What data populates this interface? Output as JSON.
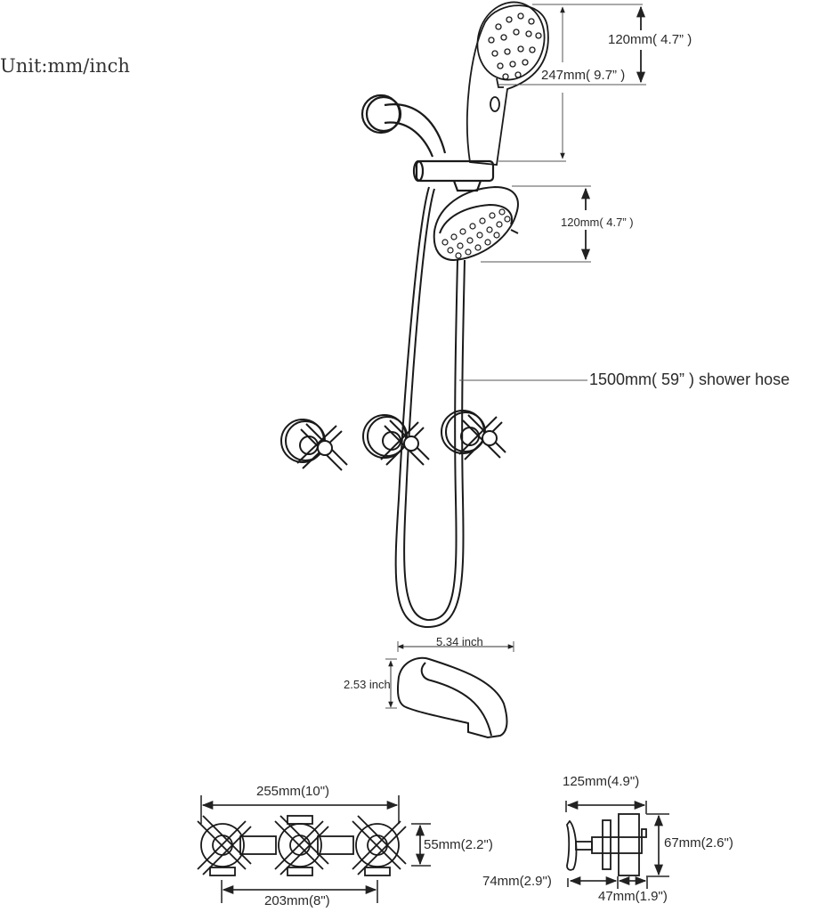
{
  "header": {
    "unit_label": "Unit:mm/inch"
  },
  "dimensions": {
    "hand_shower_head_diameter": "120mm( 4.7” )",
    "hand_shower_length": "247mm( 9.7” )",
    "rain_shower_head_diameter": "120mm( 4.7” )",
    "shower_hose": "1500mm(  59”  ) shower hose",
    "tub_spout_length": "5.34 inch",
    "tub_spout_height": "2.53 inch",
    "valve_overall_width": "255mm(10\")",
    "valve_center_spacing": "203mm(8\")",
    "valve_plate_height": "55mm(2.2\")",
    "handle_side_depth_total": "125mm(4.9\")",
    "handle_side_height": "67mm(2.6\")",
    "handle_projection": "74mm(2.9\")",
    "valve_body_depth": "47mm(1.9\")"
  },
  "components": [
    "wall-flange-shower-arm",
    "hand-shower",
    "diverter-mount-bracket",
    "fixed-shower-head",
    "shower-hose",
    "cross-handle-left",
    "cross-handle-center",
    "cross-handle-right",
    "tub-spout",
    "three-handle-valve-front-view",
    "valve-side-view"
  ],
  "colors": {
    "line": "#1a1a1a",
    "dim_line": "#555555",
    "text": "#2a2a2a",
    "background": "#ffffff"
  }
}
